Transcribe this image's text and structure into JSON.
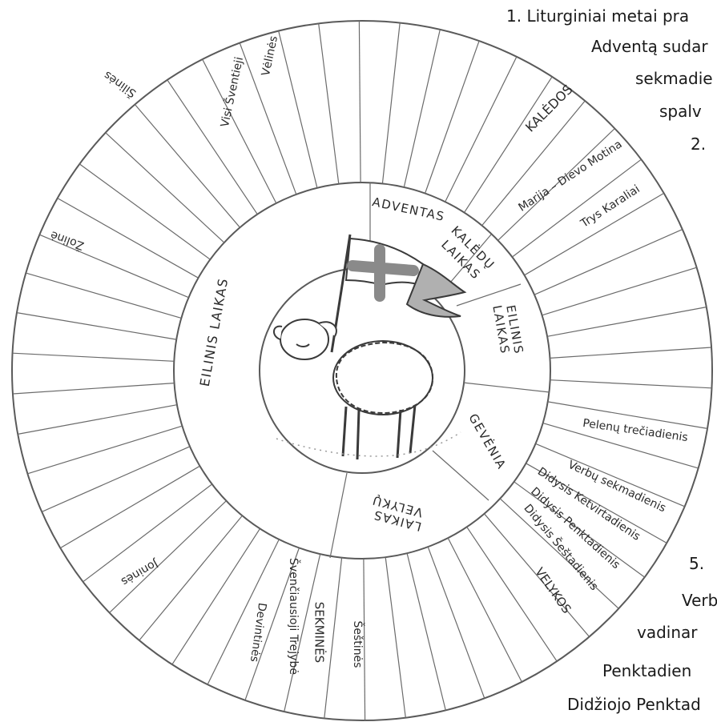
{
  "side_text": [
    "1. Liturginiai metai pra",
    "Adventą sudar",
    "sekmadie",
    "spalv",
    "2.",
    "5.",
    "Verb",
    "vadinar",
    "Penktadien",
    "Didžiojo Penktad"
  ],
  "seasons": [
    {
      "label": "ADVENTAS"
    },
    {
      "label": "KALĖDŲ"
    },
    {
      "label": "LAIKAS"
    },
    {
      "label": "EILINIS"
    },
    {
      "label": "LAIKAS"
    },
    {
      "label": "GEVĖNIA"
    },
    {
      "label": "VELYKŲ"
    },
    {
      "label": "LAIKAS"
    },
    {
      "label": "EILINIS LAIKAS"
    }
  ],
  "feasts": [
    {
      "label": "KALĖDOS"
    },
    {
      "label": "Marija – Dievo Motina"
    },
    {
      "label": "Trys Karaliai"
    },
    {
      "label": "Pelenų trečiadienis"
    },
    {
      "label": "Verbų sekmadienis"
    },
    {
      "label": "Didysis Ketvirtadienis"
    },
    {
      "label": "Didysis Penktadienis"
    },
    {
      "label": "Didysis Šeštadienis"
    },
    {
      "label": "VELYKOS"
    },
    {
      "label": "Šeštinės"
    },
    {
      "label": "SEKMINĖS"
    },
    {
      "label": "Švenčiausioji Trejybė"
    },
    {
      "label": "Devintinės"
    },
    {
      "label": "Joninės"
    },
    {
      "label": "Žolinė"
    },
    {
      "label": "Šilinės"
    },
    {
      "label": "Visi Šventieji"
    },
    {
      "label": "Vėlinės"
    }
  ],
  "colors": {
    "line": "#5a5a5a",
    "text": "#2a2a2a",
    "flag_cross": "#8a8a8a",
    "flag_tail": "#b0b0b0"
  },
  "icons": [
    "lamb-icon",
    "flag-icon"
  ]
}
